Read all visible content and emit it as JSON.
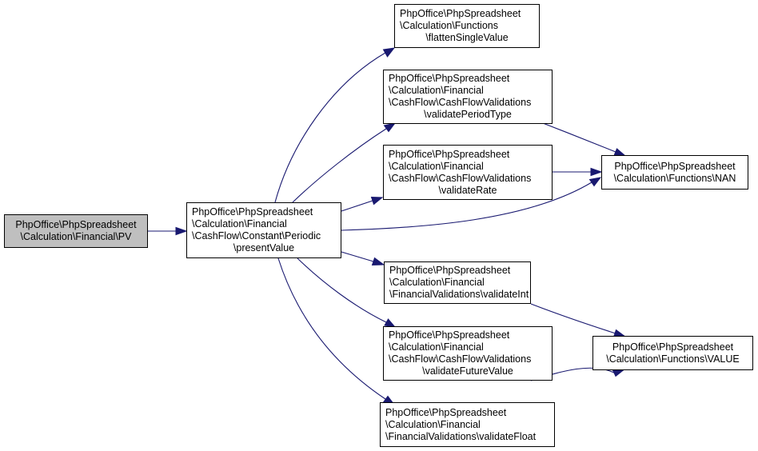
{
  "nodes": {
    "pv": {
      "lines": [
        "PhpOffice\\PhpSpreadsheet",
        "\\Calculation\\Financial\\PV"
      ]
    },
    "present_value": {
      "lines": [
        "PhpOffice\\PhpSpreadsheet",
        "\\Calculation\\Financial",
        "\\CashFlow\\Constant\\Periodic",
        "\\presentValue"
      ]
    },
    "flatten_single_value": {
      "lines": [
        "PhpOffice\\PhpSpreadsheet",
        "\\Calculation\\Functions",
        "\\flattenSingleValue"
      ]
    },
    "validate_period_type": {
      "lines": [
        "PhpOffice\\PhpSpreadsheet",
        "\\Calculation\\Financial",
        "\\CashFlow\\CashFlowValidations",
        "\\validatePeriodType"
      ]
    },
    "validate_rate": {
      "lines": [
        "PhpOffice\\PhpSpreadsheet",
        "\\Calculation\\Financial",
        "\\CashFlow\\CashFlowValidations",
        "\\validateRate"
      ]
    },
    "nan": {
      "lines": [
        "PhpOffice\\PhpSpreadsheet",
        "\\Calculation\\Functions\\NAN"
      ]
    },
    "validate_int": {
      "lines": [
        "PhpOffice\\PhpSpreadsheet",
        "\\Calculation\\Financial",
        "\\FinancialValidations\\validateInt"
      ]
    },
    "validate_future_value": {
      "lines": [
        "PhpOffice\\PhpSpreadsheet",
        "\\Calculation\\Financial",
        "\\CashFlow\\CashFlowValidations",
        "\\validateFutureValue"
      ]
    },
    "value": {
      "lines": [
        "PhpOffice\\PhpSpreadsheet",
        "\\Calculation\\Functions\\VALUE"
      ]
    },
    "validate_float": {
      "lines": [
        "PhpOffice\\PhpSpreadsheet",
        "\\Calculation\\Financial",
        "\\FinancialValidations\\validateFloat"
      ]
    }
  },
  "colors": {
    "edge": "#191970",
    "root_fill": "#bfbfbf",
    "node_fill": "#ffffff",
    "border": "#000000"
  }
}
